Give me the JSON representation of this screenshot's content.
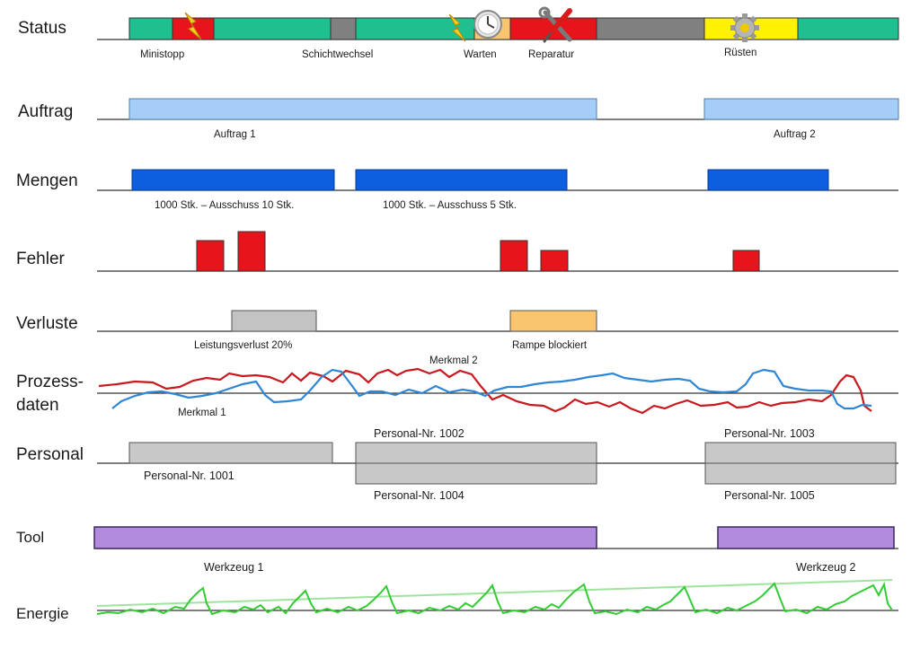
{
  "lanes": {
    "status": "Status",
    "auftrag": "Auftrag",
    "mengen": "Mengen",
    "fehler": "Fehler",
    "verluste": "Verluste",
    "prozess1": "Prozess-",
    "prozess2": "daten",
    "personal": "Personal",
    "tool": "Tool",
    "energie": "Energie"
  },
  "status": {
    "ministopp": "Ministopp",
    "schichtwechsel": "Schichtwechsel",
    "warten": "Warten",
    "reparatur": "Reparatur",
    "ruesten": "Rüsten"
  },
  "auftrag": {
    "a1": "Auftrag 1",
    "a2": "Auftrag 2"
  },
  "mengen": {
    "m1": "1000 Stk. – Ausschuss 10 Stk.",
    "m2": "1000 Stk. – Ausschuss 5 Stk."
  },
  "verluste": {
    "v1": "Leistungsverlust 20%",
    "v2": "Rampe blockiert"
  },
  "prozess": {
    "merkmal1": "Merkmal 1",
    "merkmal2": "Merkmal 2"
  },
  "personal": {
    "p1001": "Personal-Nr. 1001",
    "p1002": "Personal-Nr. 1002",
    "p1003": "Personal-Nr. 1003",
    "p1004": "Personal-Nr. 1004",
    "p1005": "Personal-Nr. 1005"
  },
  "tool": {
    "w1": "Werkzeug 1",
    "w2": "Werkzeug 2"
  },
  "colors": {
    "running": "#1fbf8f",
    "fault": "#e8141c",
    "shift": "#808080",
    "waiting": "#f9c66f",
    "setup": "#fff200",
    "order": "#a6cdf5",
    "quantity": "#0e5ee0",
    "loss_gray": "#c3c3c3",
    "personal": "#c8c8c8",
    "tool": "#b28bde",
    "merkmal1": "#2f86d4",
    "merkmal2": "#c8191e",
    "energy": "#33cc33",
    "energy_trend": "#9fe39f"
  }
}
